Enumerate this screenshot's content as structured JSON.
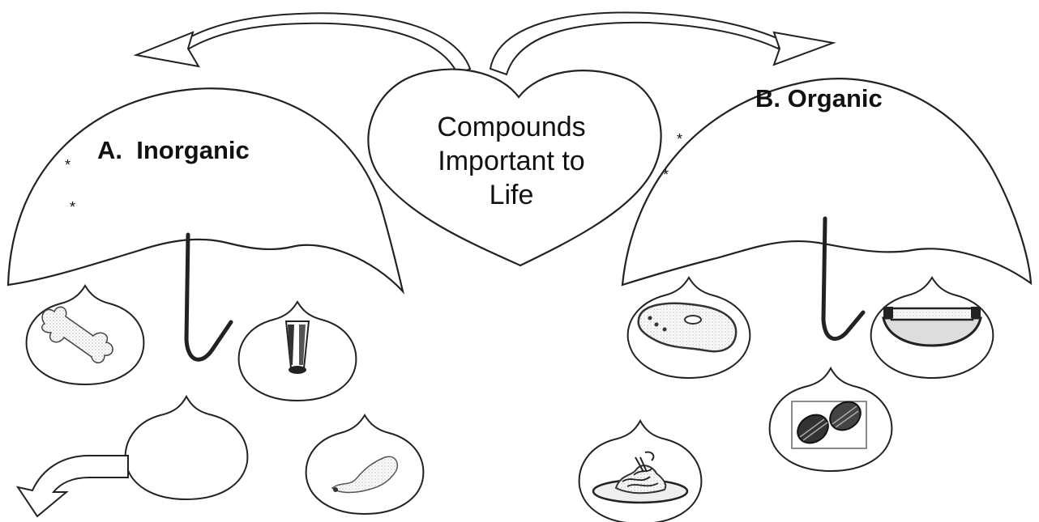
{
  "center": {
    "lines": [
      "Compounds",
      "Important to",
      "Life"
    ]
  },
  "left_umbrella": {
    "title": "A.  Inorganic",
    "bullets": [
      "*",
      "*"
    ]
  },
  "right_umbrella": {
    "title": "B. Organic",
    "bullets": [
      "*",
      "*"
    ]
  },
  "drops": [
    {
      "name": "bone-drop",
      "icon": "bone-icon",
      "side": "inorganic"
    },
    {
      "name": "salt-shaker-drop",
      "icon": "salt-shaker-icon",
      "side": "inorganic"
    },
    {
      "name": "empty-drop",
      "icon": "",
      "side": "inorganic"
    },
    {
      "name": "salt-pile-drop",
      "icon": "salt-pile-icon",
      "side": "inorganic"
    },
    {
      "name": "steak-drop",
      "icon": "steak-icon",
      "side": "organic"
    },
    {
      "name": "butter-dish-drop",
      "icon": "butter-dish-icon",
      "side": "organic"
    },
    {
      "name": "dna-drop",
      "icon": "dna-helix-icon",
      "side": "organic"
    },
    {
      "name": "pasta-drop",
      "icon": "pasta-plate-icon",
      "side": "organic"
    }
  ],
  "colors": {
    "stroke": "#222222",
    "fill": "#ffffff",
    "sketch": "#555555"
  }
}
